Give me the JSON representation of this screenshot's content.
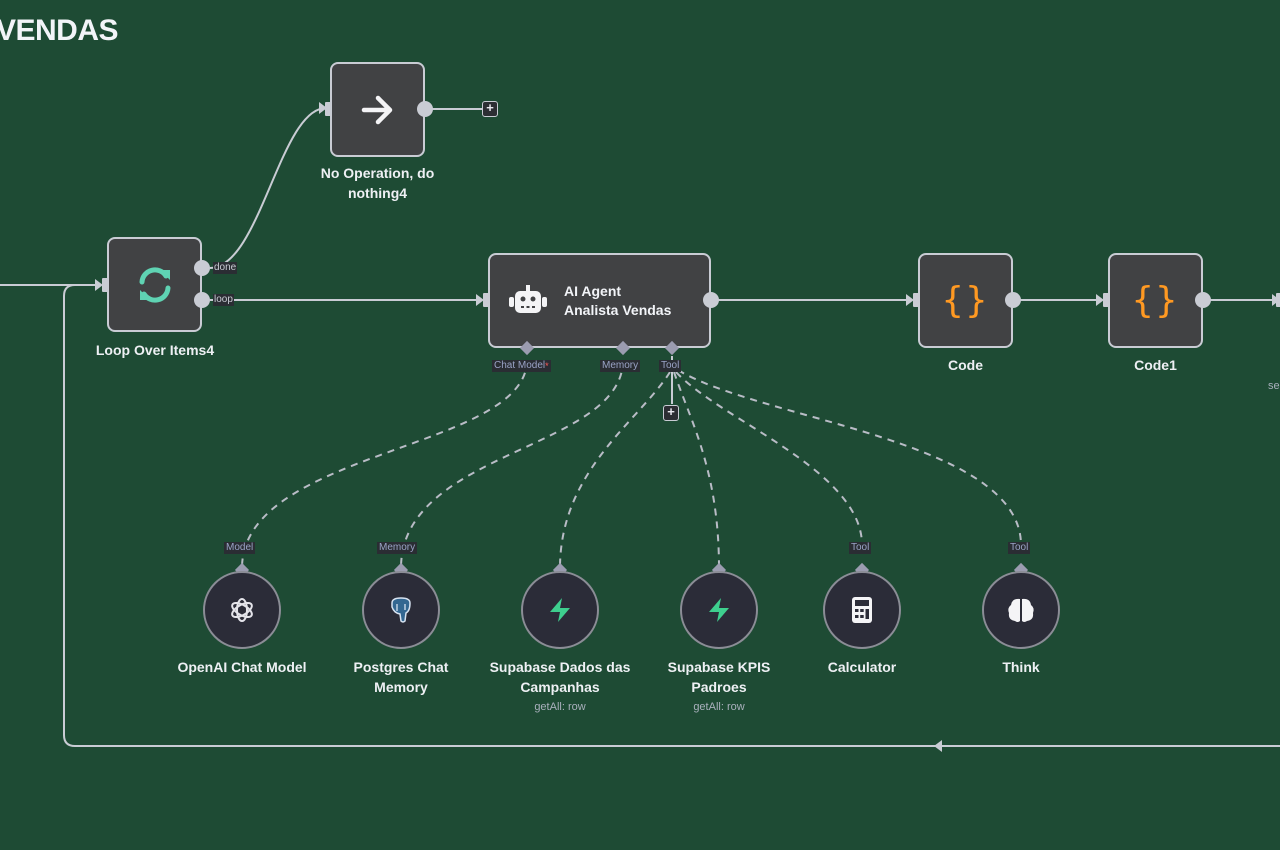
{
  "workflow": {
    "title": "VENDAS"
  },
  "nodes": {
    "no_op": {
      "label_line1": "No Operation, do",
      "label_line2": "nothing4",
      "icon": "arrow-right-icon"
    },
    "loop": {
      "label": "Loop Over Items4",
      "icon": "refresh-icon",
      "output_done": "done",
      "output_loop": "loop"
    },
    "agent": {
      "title_line1": "AI Agent",
      "title_line2": "Analista Vendas",
      "icon": "robot-icon",
      "port_chat_model": "Chat Model",
      "port_chat_model_required": "*",
      "port_memory": "Memory",
      "port_tool": "Tool"
    },
    "code": {
      "label": "Code",
      "icon": "braces-icon"
    },
    "code1": {
      "label": "Code1",
      "icon": "braces-icon"
    },
    "offscreen_right_text": "se"
  },
  "sub_nodes": [
    {
      "id": "openai",
      "label_line1": "OpenAI Chat Model",
      "label_line2": "",
      "sub": "",
      "port": "Model",
      "icon": "openai-icon"
    },
    {
      "id": "postgres",
      "label_line1": "Postgres Chat",
      "label_line2": "Memory",
      "sub": "",
      "port": "Memory",
      "icon": "postgres-elephant-icon"
    },
    {
      "id": "supabase1",
      "label_line1": "Supabase Dados das",
      "label_line2": "Campanhas",
      "sub": "getAll: row",
      "port": "",
      "icon": "supabase-bolt-icon"
    },
    {
      "id": "supabase2",
      "label_line1": "Supabase KPIS",
      "label_line2": "Padroes",
      "sub": "getAll: row",
      "port": "",
      "icon": "supabase-bolt-icon"
    },
    {
      "id": "calculator",
      "label_line1": "Calculator",
      "label_line2": "",
      "sub": "",
      "port": "Tool",
      "icon": "calculator-icon"
    },
    {
      "id": "think",
      "label_line1": "Think",
      "label_line2": "",
      "sub": "",
      "port": "Tool",
      "icon": "brain-icon"
    }
  ],
  "buttons": {
    "add_after_noop": "+",
    "add_tool": "+"
  },
  "colors": {
    "canvas_bg": "#1e4b34",
    "node_bg": "#414244",
    "node_border": "#c9ccd4",
    "loop_icon": "#5fd3b3",
    "code_icon": "#ff9922",
    "supabase_icon": "#3ecf8e",
    "postgres_icon": "#336791"
  }
}
